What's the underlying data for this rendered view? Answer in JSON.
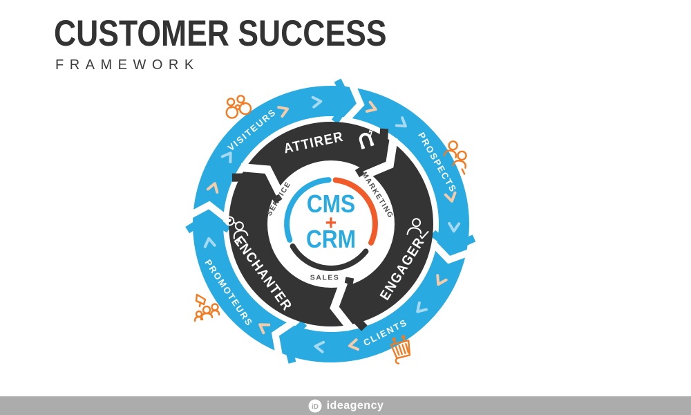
{
  "header": {
    "title": "CUSTOMER SUCCESS",
    "subtitle": "FRAMEWORK"
  },
  "rings": {
    "outer": [
      {
        "label": "VISITEURS"
      },
      {
        "label": "PROSPECTS"
      },
      {
        "label": "CLIENTS"
      },
      {
        "label": "PROMOTEURS"
      }
    ],
    "middle": [
      {
        "label": "ATTIRER",
        "icon": "magnet-icon"
      },
      {
        "label": "ENGAGER",
        "icon": "person-check-icon"
      },
      {
        "label": "ENCHANTER",
        "icon": "person-heart-icon"
      }
    ],
    "inner": [
      {
        "label": "SERVICE"
      },
      {
        "label": "MARKETING"
      },
      {
        "label": "SALES"
      }
    ]
  },
  "center": {
    "top": "CMS",
    "mid": "+",
    "bottom": "CRM"
  },
  "outside_icons": [
    "binoculars-icon",
    "prospects-group-icon",
    "clients-basket-icon",
    "promoters-crowd-icon"
  ],
  "footer": {
    "brand": "ideagency",
    "logo_monogram": "iD"
  },
  "colors": {
    "blue": "#29ABE2",
    "dark": "#343434",
    "orange_arc": "#F15A29",
    "orange_icons": "#F4791F",
    "light_blue_chevron": "#A7D9F1",
    "peach_chevron": "#F7CBA8",
    "footer_gray": "#ACACAC",
    "title_gray": "#333333"
  }
}
